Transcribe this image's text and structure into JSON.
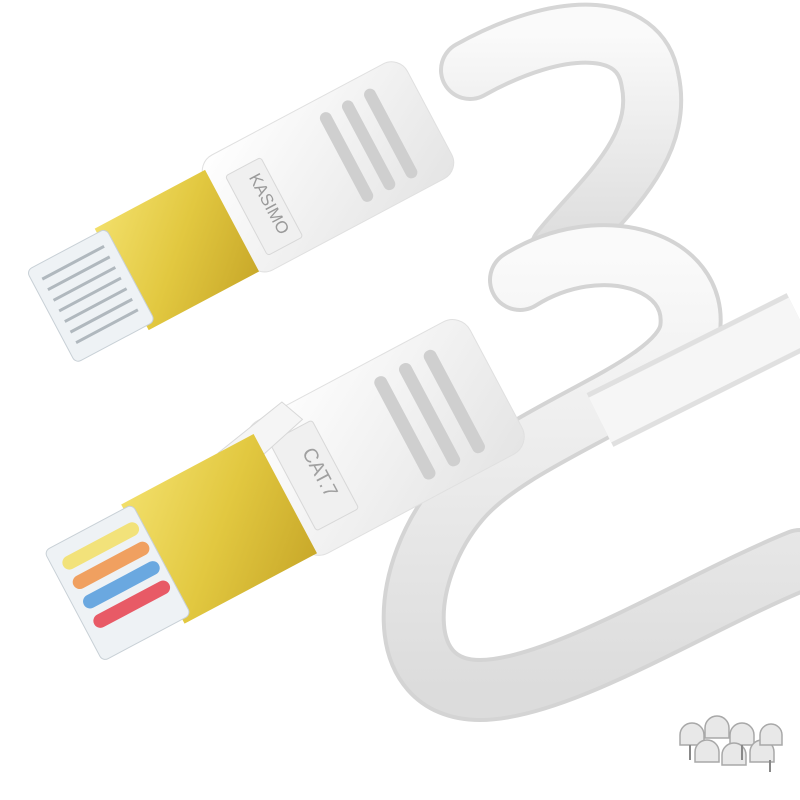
{
  "image": {
    "subject": "White flat Ethernet cable with gold-plated shielded RJ45 connectors and cable clips",
    "background": "#ffffff"
  },
  "connectors": {
    "top": {
      "boot_label": "KASIMO"
    },
    "bottom": {
      "boot_label": "CAT.7"
    }
  },
  "colors": {
    "cable": "#f2f2f2",
    "cable_shadow": "#d9d9d9",
    "boot": "#f4f4f4",
    "boot_grooves": "#c8c8c8",
    "gold_shield": "#e6cc45",
    "gold_shadow": "#c9a92a",
    "clear_plug": "#e8eef2",
    "wire_colors": [
      "#f2e27a",
      "#f0a060",
      "#6aa8e0",
      "#e85a66"
    ]
  },
  "accessories": {
    "cable_clips": "white cable clips with nails"
  }
}
